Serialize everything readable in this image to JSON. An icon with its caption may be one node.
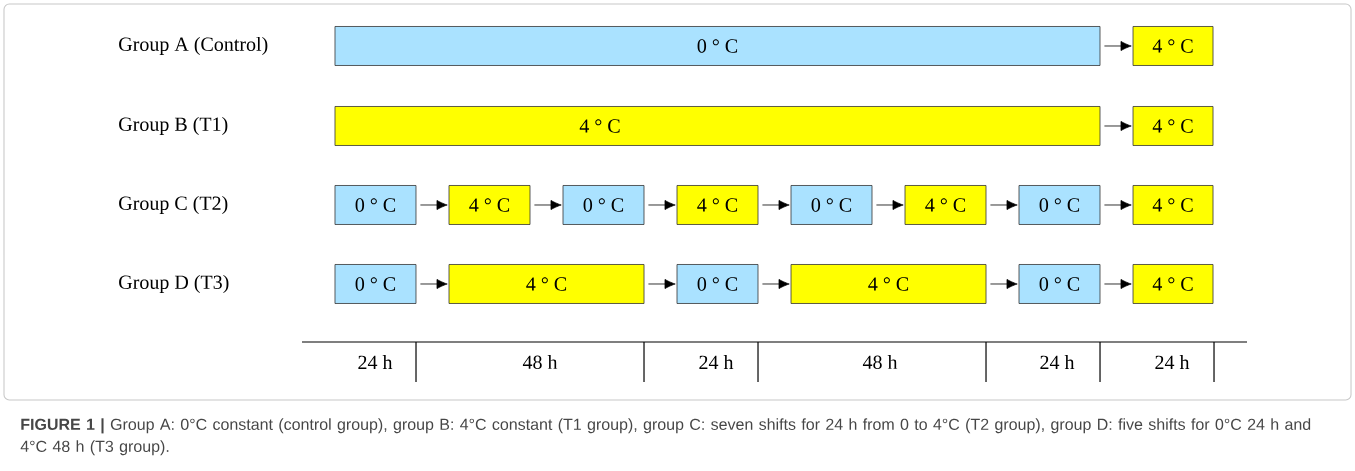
{
  "diagram": {
    "caption": "**FIGURE 1 |** Group A: 0°C constant (control group), group B: 4°C constant (T1 group), group C: seven shifts for 24 h from 0 to 4°C (T2 group), group D: five shifts for 0°C 24 h and 4°C 48 h (T3 group).",
    "nodes": [
      {
        "text": [
          "0 ° C"
        ]
      },
      {
        "text": [
          "4 ° C"
        ]
      },
      {
        "text": [
          "4 ° C"
        ]
      },
      {
        "text": [
          "4 ° C"
        ]
      },
      {
        "text": [
          "0 ° C"
        ]
      },
      {
        "text": [
          "4 ° C"
        ]
      },
      {
        "text": [
          "0 ° C"
        ]
      },
      {
        "text": [
          "4 ° C"
        ]
      },
      {
        "text": [
          "0 ° C"
        ]
      },
      {
        "text": [
          "4 ° C"
        ]
      },
      {
        "text": [
          "0 ° C"
        ]
      },
      {
        "text": [
          "4 ° C"
        ]
      },
      {
        "text": [
          "0 ° C"
        ]
      },
      {
        "text": [
          "4 ° C"
        ]
      },
      {
        "text": [
          "0 ° C"
        ]
      },
      {
        "text": [
          "4 ° C"
        ]
      },
      {
        "text": [
          "0 ° C"
        ]
      },
      {
        "text": [
          "4 ° C"
        ]
      }
    ],
    "edges": [
      {
        "from": 0,
        "to": 1,
        "arrow": "to"
      },
      {
        "from": 2,
        "to": 3,
        "arrow": "to"
      },
      {
        "from": 4,
        "to": 5,
        "arrow": "to"
      },
      {
        "from": 5,
        "to": 6,
        "arrow": "to"
      },
      {
        "from": 6,
        "to": 7,
        "arrow": "to"
      },
      {
        "from": 7,
        "to": 8,
        "arrow": "to"
      },
      {
        "from": 8,
        "to": 9,
        "arrow": "to"
      },
      {
        "from": 9,
        "to": 10,
        "arrow": "to"
      },
      {
        "from": 10,
        "to": 11,
        "arrow": "to"
      },
      {
        "from": 12,
        "to": 13,
        "arrow": "to"
      },
      {
        "from": 13,
        "to": 14,
        "arrow": "to"
      },
      {
        "from": 14,
        "to": 15,
        "arrow": "to"
      },
      {
        "from": 15,
        "to": 16,
        "arrow": "to"
      },
      {
        "from": 16,
        "to": 17,
        "arrow": "to"
      }
    ],
    "labels": [
      "Group A (Control)",
      "Group B (T1)",
      "Group C (T2)",
      "Group D (T3)",
      "24 h",
      "48 h",
      "24 h",
      "48 h",
      "24 h",
      "24 h"
    ]
  }
}
